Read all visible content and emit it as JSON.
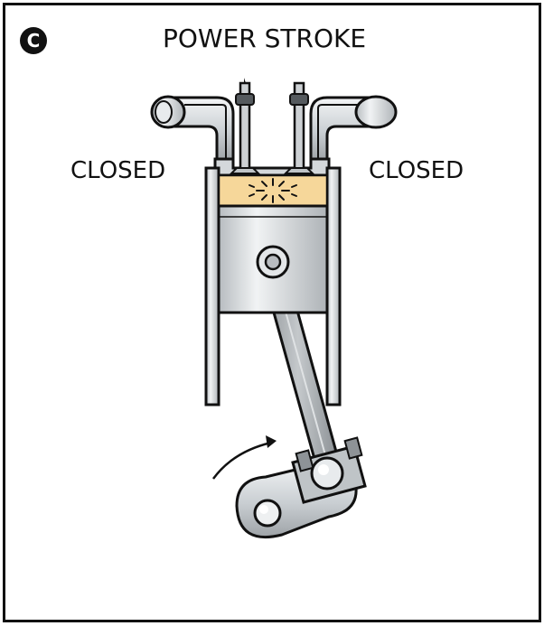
{
  "panel": {
    "badge": "C",
    "title": "POWER STROKE"
  },
  "valves": {
    "intake_label": "CLOSED",
    "exhaust_label": "CLOSED"
  },
  "colors": {
    "combustion": "#f6d79a",
    "piston": "#dfe3e6",
    "cylinder_wall": "#c9ced2",
    "rod": "#a9aeb2",
    "outline": "#111111"
  }
}
